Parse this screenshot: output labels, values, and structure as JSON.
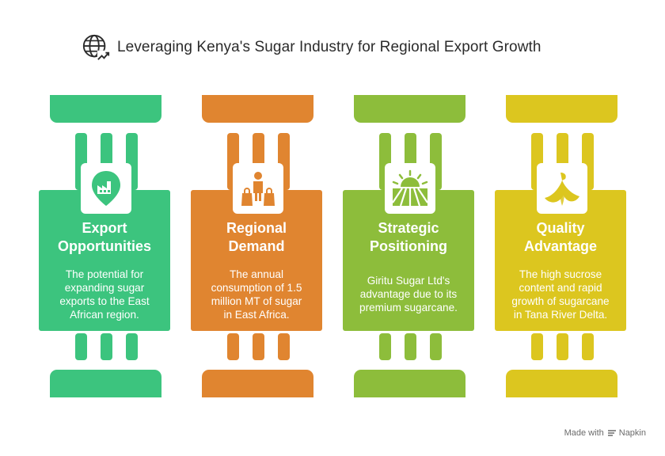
{
  "title": "Leveraging Kenya's Sugar Industry for Regional Export Growth",
  "title_icon": "globe-growth-icon",
  "columns": [
    {
      "name": "Export Opportunities",
      "name_lines": [
        "Export",
        "Opportunities"
      ],
      "description": "The potential for expanding sugar exports to the East African region.",
      "description_lines": [
        "The potential for",
        "expanding sugar",
        "exports to the East",
        "African region."
      ],
      "icon": "factory-location-icon",
      "color": "#3cc47e"
    },
    {
      "name": "Regional Demand",
      "name_lines": [
        "Regional",
        "Demand"
      ],
      "description": "The annual consumption of 1.5 million MT of sugar in East Africa.",
      "description_lines": [
        "The annual",
        "consumption of 1.5",
        "million MT of sugar",
        "in East Africa."
      ],
      "icon": "shopper-bags-icon",
      "color": "#e08530"
    },
    {
      "name": "Strategic Positioning",
      "name_lines": [
        "Strategic",
        "Positioning"
      ],
      "description": "Giritu Sugar Ltd's advantage due to its premium sugarcane.",
      "description_lines": [
        "Giritu Sugar Ltd's",
        "advantage due to its",
        "premium sugarcane."
      ],
      "icon": "sunrise-field-icon",
      "color": "#8dbd3b"
    },
    {
      "name": "Quality Advantage",
      "name_lines": [
        "Quality",
        "Advantage"
      ],
      "description": "The high sucrose content and rapid growth of sugarcane in Tana River Delta.",
      "description_lines": [
        "The high sucrose",
        "content and rapid",
        "growth of sugarcane",
        "in Tana River Delta."
      ],
      "icon": "banana-icon",
      "color": "#dcc61f"
    }
  ],
  "footer": {
    "made_with": "Made with",
    "brand": "Napkin"
  }
}
